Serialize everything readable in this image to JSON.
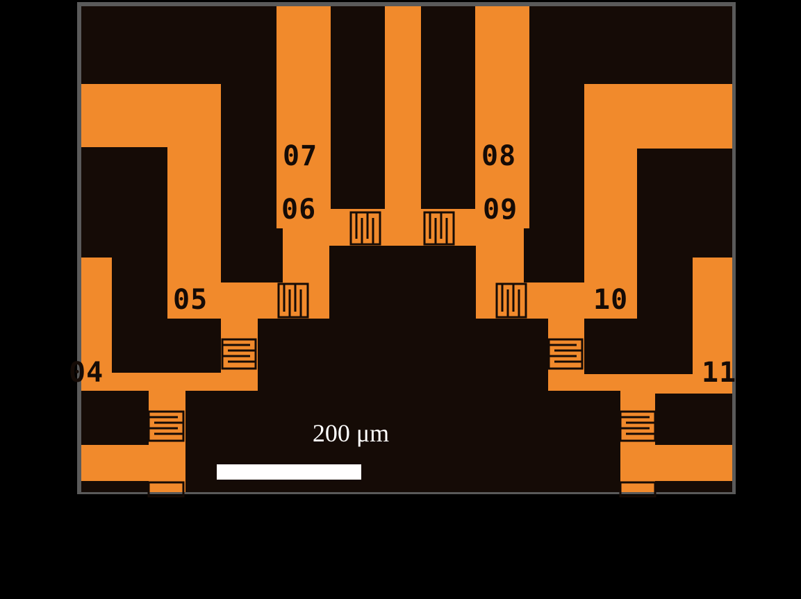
{
  "image": {
    "background": "#000000",
    "frame_color": "#5a5a5a",
    "substrate_color": "#150b06",
    "metal_color": "#f18a2c"
  },
  "pads": [
    {
      "id": "pad-07",
      "label": "07"
    },
    {
      "id": "pad-08",
      "label": "08"
    },
    {
      "id": "pad-06",
      "label": "06"
    },
    {
      "id": "pad-09",
      "label": "09"
    },
    {
      "id": "pad-05",
      "label": "05"
    },
    {
      "id": "pad-10",
      "label": "10"
    },
    {
      "id": "pad-04",
      "label": "04"
    },
    {
      "id": "pad-11",
      "label": "11"
    }
  ],
  "scale_bar": {
    "label": "200 μm"
  }
}
